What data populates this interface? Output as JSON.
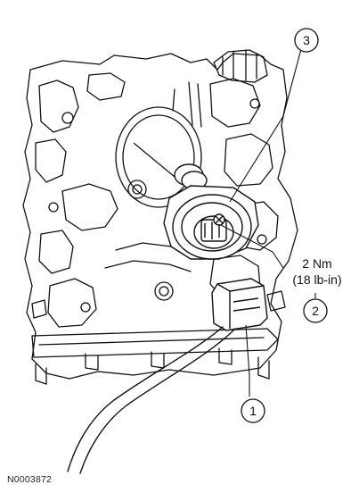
{
  "callouts": {
    "c1": "1",
    "c2": "2",
    "c3": "3"
  },
  "torque": {
    "metric": "2 Nm",
    "imperial": "(18 lb-in)"
  },
  "figure_id": "N0003872",
  "colors": {
    "line": "#111111",
    "background": "#ffffff"
  }
}
